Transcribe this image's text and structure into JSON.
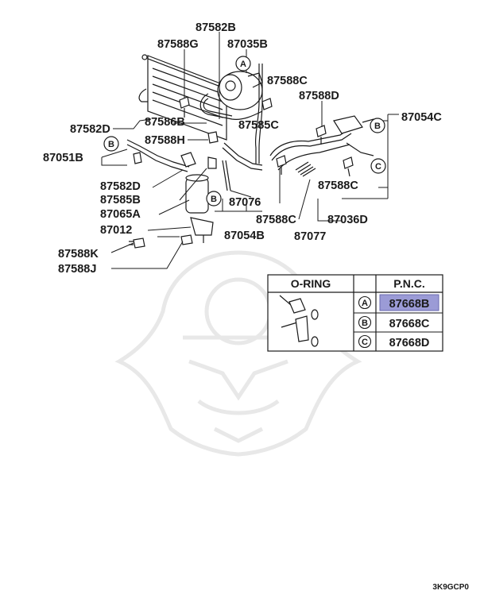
{
  "callouts": {
    "p87582B": "87582B",
    "p87588G": "87588G",
    "p87035B": "87035B",
    "p87588C_top": "87588C",
    "p87588D": "87588D",
    "p87054C": "87054C",
    "p87582D_left": "87582D",
    "p87586B": "87586B",
    "p87585C": "87585C",
    "p87588H": "87588H",
    "p87051B": "87051B",
    "p87588C_right": "87588C",
    "p87582D_mid": "87582D",
    "p87585B": "87585B",
    "p87076": "87076",
    "p87065A": "87065A",
    "p87588C_mid": "87588C",
    "p87036D": "87036D",
    "p87012": "87012",
    "p87054B": "87054B",
    "p87077": "87077",
    "p87588K": "87588K",
    "p87588J": "87588J"
  },
  "markers": {
    "A": "A",
    "B": "B",
    "C": "C"
  },
  "table": {
    "header_oring": "O-RING",
    "header_pnc": "P.N.C.",
    "rows": [
      {
        "marker": "A",
        "pnc": "87668B",
        "highlighted": true
      },
      {
        "marker": "B",
        "pnc": "87668C",
        "highlighted": false
      },
      {
        "marker": "C",
        "pnc": "87668D",
        "highlighted": false
      }
    ],
    "highlight_color": "#9b9bd6"
  },
  "footer_code": "3K9GCP0"
}
